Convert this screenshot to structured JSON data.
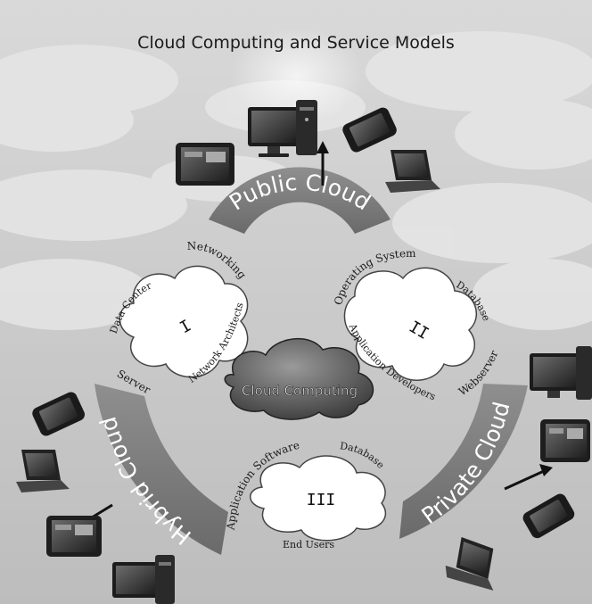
{
  "title": "Cloud Computing and Service Models",
  "center": {
    "label": "Cloud Computing"
  },
  "deployment_models": {
    "public": "Public Cloud",
    "hybrid": "Hybrid Cloud",
    "private": "Private Cloud"
  },
  "clouds": {
    "one": {
      "numeral": "I",
      "labels": {
        "top": "Networking",
        "left": "Data Center",
        "right": "Network Architects",
        "bottom": "Server"
      }
    },
    "two": {
      "numeral": "II",
      "labels": {
        "top": "Operating System",
        "right": "Database",
        "inner": "Application Developers",
        "bottom": "Webserver"
      }
    },
    "three": {
      "numeral": "III",
      "labels": {
        "top": "Application Software",
        "right": "Database",
        "bottom": "End Users"
      }
    }
  },
  "device_icons": [
    "desktop-computer-icon",
    "tablet-icon",
    "laptop-icon",
    "smartphone-icon"
  ],
  "colors": {
    "background": "#c9c9c9",
    "arc": "#7c7c7c",
    "center_cloud": "#555555"
  }
}
